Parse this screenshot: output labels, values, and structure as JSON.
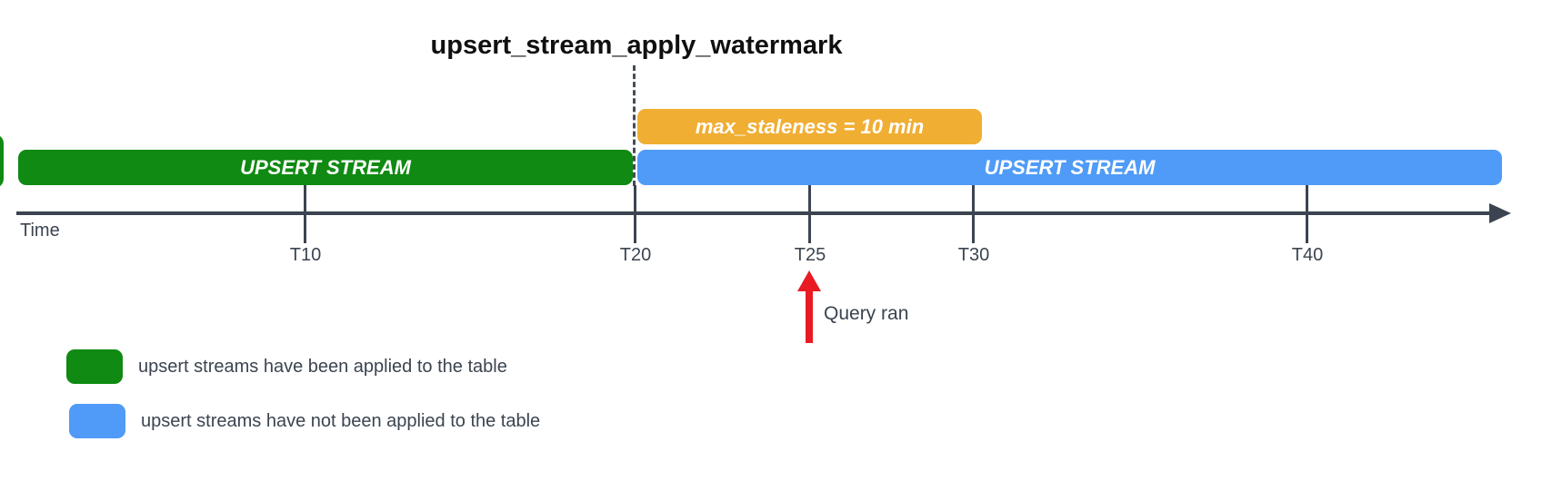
{
  "title": "upsert_stream_apply_watermark",
  "colors": {
    "applied_green": "#108a12",
    "not_applied_blue": "#4f9bf7",
    "staleness_orange": "#f0ae33",
    "axis_slate": "#3b4450",
    "query_arrow_red": "#e81b23",
    "title_black": "#101010"
  },
  "bars": {
    "applied": {
      "label": "UPSERT STREAM"
    },
    "not_applied": {
      "label": "UPSERT STREAM"
    },
    "staleness": {
      "label": "max_staleness = 10 min"
    }
  },
  "timeline": {
    "axis_label": "Time",
    "ticks": [
      {
        "label": "T10"
      },
      {
        "label": "T20"
      },
      {
        "label": "T25"
      },
      {
        "label": "T30"
      },
      {
        "label": "T40"
      }
    ]
  },
  "annotation": {
    "label": "Query ran"
  },
  "legend": [
    {
      "label": "upsert streams have been applied to the table",
      "color": "#108a12"
    },
    {
      "label": "upsert streams have not been applied to the table",
      "color": "#4f9bf7"
    }
  ],
  "chart_data": {
    "type": "timeline",
    "title": "upsert_stream_apply_watermark",
    "x_axis": {
      "label": "Time",
      "ticks": [
        "T10",
        "T20",
        "T25",
        "T30",
        "T40"
      ]
    },
    "bars": [
      {
        "label": "UPSERT STREAM",
        "status": "applied to the table",
        "color": "#108a12",
        "from": "before T10 (off-screen left)",
        "to": "T20"
      },
      {
        "label": "UPSERT STREAM",
        "status": "not applied to the table",
        "color": "#4f9bf7",
        "from": "T20",
        "to": "beyond T40"
      },
      {
        "label": "max_staleness = 10 min",
        "color": "#f0ae33",
        "from": "T20",
        "to": "T30"
      }
    ],
    "annotations": [
      {
        "label": "upsert_stream_apply_watermark",
        "at": "T20",
        "style": "dashed vertical line"
      },
      {
        "label": "Query ran",
        "at": "T25",
        "style": "red up arrow"
      }
    ],
    "legend_position": "bottom-left",
    "grid": false
  }
}
